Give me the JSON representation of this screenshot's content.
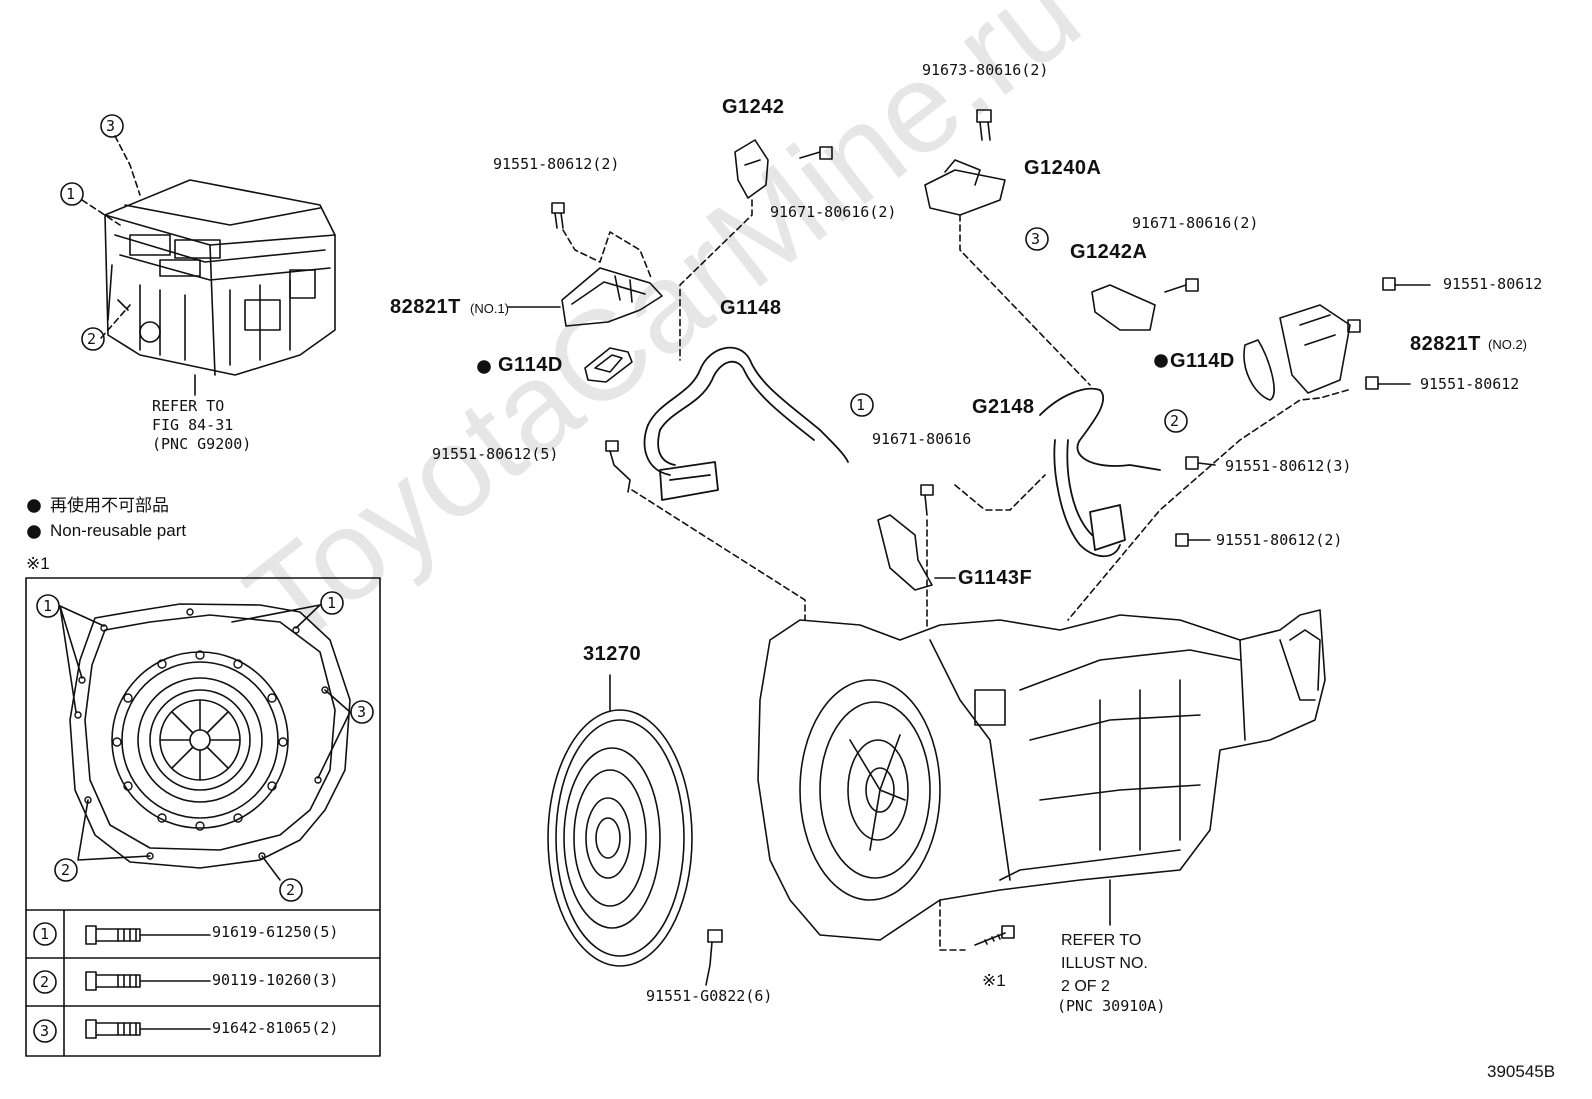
{
  "watermark": "ToyotaCarMine.ru",
  "legend": {
    "line_jp": "再使用不可部品",
    "line_en": "Non-reusable part"
  },
  "inset": {
    "mark": "※1",
    "table": [
      {
        "no": "1",
        "part": "91619-61250(5)"
      },
      {
        "no": "2",
        "part": "90119-10260(3)"
      },
      {
        "no": "3",
        "part": "91642-81065(2)"
      }
    ]
  },
  "inverter_ref": {
    "lines": [
      "REFER TO",
      "FIG 84-31",
      "(PNC G9200)"
    ]
  },
  "transmission_ref": {
    "lines": [
      "REFER TO",
      "ILLUST NO.",
      "2 OF 2"
    ],
    "pnc": "(PNC 30910A)"
  },
  "callouts": {
    "c1": "1",
    "c2": "2",
    "c3": "3"
  },
  "parts": {
    "p_91673": "91673-80616(2)",
    "p_G1242": "G1242",
    "p_91551_2a": "91551-80612(2)",
    "p_91671_2a": "91671-80616(2)",
    "p_G1240A": "G1240A",
    "p_91671_2b": "91671-80616(2)",
    "p_G1242A": "G1242A",
    "p_91551_r1": "91551-80612",
    "p_82821T_1": "82821T",
    "p_no1": "(NO.1)",
    "p_G1148": "G1148",
    "p_82821T_2": "82821T",
    "p_no2": "(NO.2)",
    "p_G114D_l": "G114D",
    "p_G114D_r": "G114D",
    "p_91551_r2": "91551-80612",
    "p_G2148": "G2148",
    "p_91551_5": "91551-80612(5)",
    "p_91671_single": "91671-80616",
    "p_91551_3": "91551-80612(3)",
    "p_91551_2b": "91551-80612(2)",
    "p_G1143F": "G1143F",
    "p_31270": "31270",
    "p_91551_G0822": "91551-G0822(6)",
    "p_mark1": "※1"
  },
  "footer": {
    "code": "390545B"
  },
  "colors": {
    "line": "#111111",
    "watermark": "#e6e6e6"
  }
}
